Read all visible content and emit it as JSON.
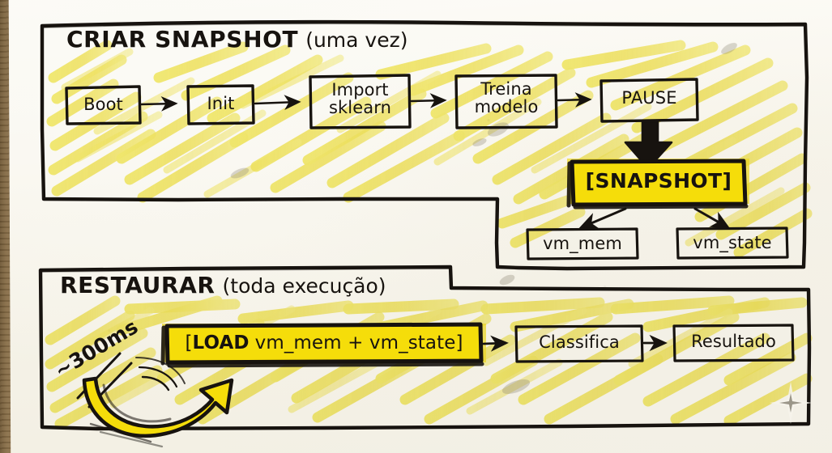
{
  "meta": {
    "medium": "hand-drawn marker sketch on paper",
    "language": "pt-BR",
    "accent_highlight": "#F5DD0A",
    "wash_highlight": "#F2E96B",
    "ink": "#17130f",
    "paper": "#f7f4ea"
  },
  "panels": [
    {
      "id": "criar-snapshot",
      "title_main": "CRIAR SNAPSHOT",
      "title_paren": "(uma vez)",
      "flow": [
        {
          "id": "boot",
          "label": "Boot"
        },
        {
          "id": "init",
          "label": "Init"
        },
        {
          "id": "import",
          "label": "Import\nsklearn"
        },
        {
          "id": "treina",
          "label": "Treina\nmodelo"
        },
        {
          "id": "pause",
          "label": "PAUSE"
        }
      ],
      "snapshot_box": {
        "id": "snapshot",
        "label": "[SNAPSHOT]",
        "highlighted": true
      },
      "artifacts": [
        {
          "id": "vm-mem",
          "label": "vm_mem"
        },
        {
          "id": "vm-state",
          "label": "vm_state"
        }
      ]
    },
    {
      "id": "restaurar",
      "title_main": "RESTAURAR",
      "title_paren": "(toda execução)",
      "timing_label": "~300ms",
      "load_box": {
        "id": "load",
        "bracket_open": "[",
        "keyword": "LOAD",
        "operands": "vm_mem + vm_state",
        "bracket_close": "]",
        "highlighted": true
      },
      "flow": [
        {
          "id": "classifica",
          "label": "Classifica"
        },
        {
          "id": "resultado",
          "label": "Resultado"
        }
      ]
    }
  ],
  "icons": {
    "arrow_right": "arrow-right-icon",
    "arrow_down_bold": "arrow-down-bold-icon",
    "arrow_curved_loop": "arrow-curved-loop-icon",
    "sparkle": "sparkle-icon"
  }
}
